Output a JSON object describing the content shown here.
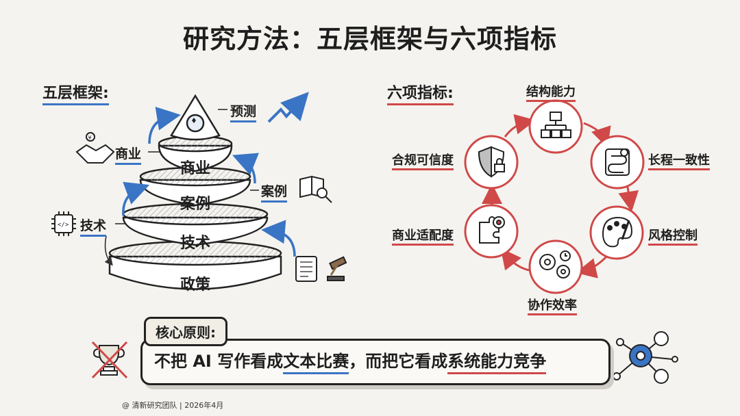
{
  "title": "研究方法：五层框架与六项指标",
  "framework": {
    "label": "五层框架:",
    "tiers": [
      "预测",
      "商业",
      "案例",
      "技术",
      "政策"
    ],
    "side_labels": {
      "prediction": "预测",
      "business": "商业",
      "cases": "案例",
      "tech": "技术"
    }
  },
  "metrics": {
    "label": "六项指标:",
    "items": [
      "结构能力",
      "长程一致性",
      "风格控制",
      "协作效率",
      "商业适配度",
      "合规可信度"
    ]
  },
  "principle": {
    "tag": "核心原则:",
    "text_a": "不把 AI 写作看成",
    "text_b": "文本比赛",
    "text_c": "，而把它看成",
    "text_d": "系统能力竞争"
  },
  "footer": "@ 清新研究团队 | 2026年4月",
  "colors": {
    "blue": "#3a74c4",
    "red": "#d04848",
    "paper": "#f4f3ef"
  }
}
